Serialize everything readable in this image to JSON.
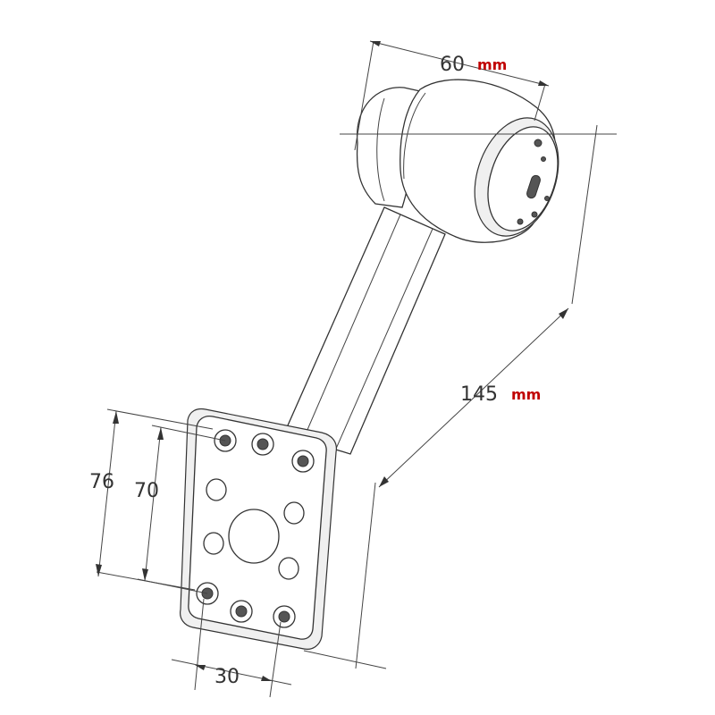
{
  "dimensions": {
    "top_width": {
      "value": "60",
      "unit": "mm"
    },
    "length": {
      "value": "145",
      "unit": "mm"
    },
    "plate_outer_height": {
      "value": "76"
    },
    "plate_inner_height": {
      "value": "70"
    },
    "hole_spacing": {
      "value": "30"
    }
  },
  "colors": {
    "unit_text": "#c00000",
    "line": "#333333"
  }
}
